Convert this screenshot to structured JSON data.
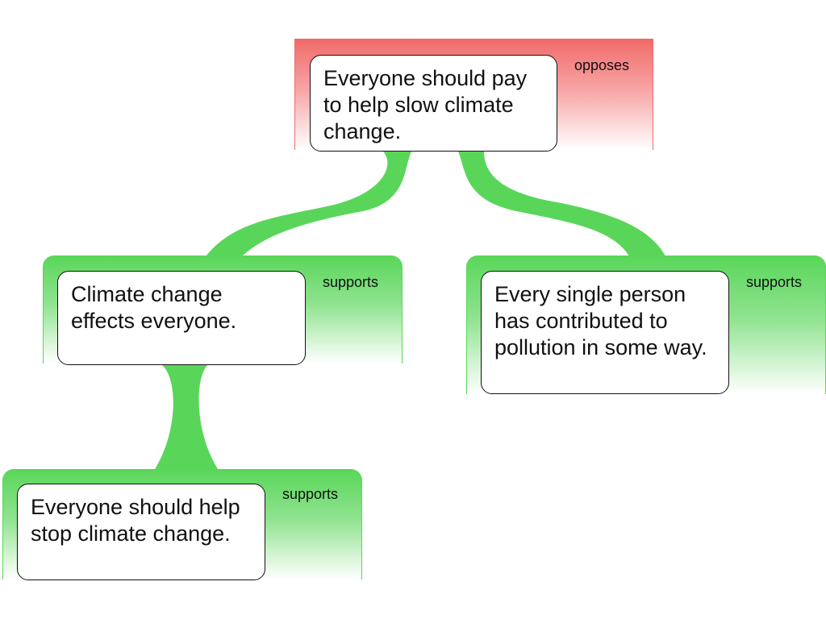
{
  "colors": {
    "opposes": "#f26a6a",
    "supports": "#59d659",
    "connector": "#59d659"
  },
  "nodes": [
    {
      "id": "root",
      "relation": "opposes",
      "text": "Everyone should pay to help slow climate change."
    },
    {
      "id": "support-1",
      "relation": "supports",
      "text": "Climate change effects everyone."
    },
    {
      "id": "support-2",
      "relation": "supports",
      "text": "Every single person has contributed to pollution in some way."
    },
    {
      "id": "support-1-1",
      "relation": "supports",
      "text": "Everyone should help stop climate change."
    }
  ]
}
